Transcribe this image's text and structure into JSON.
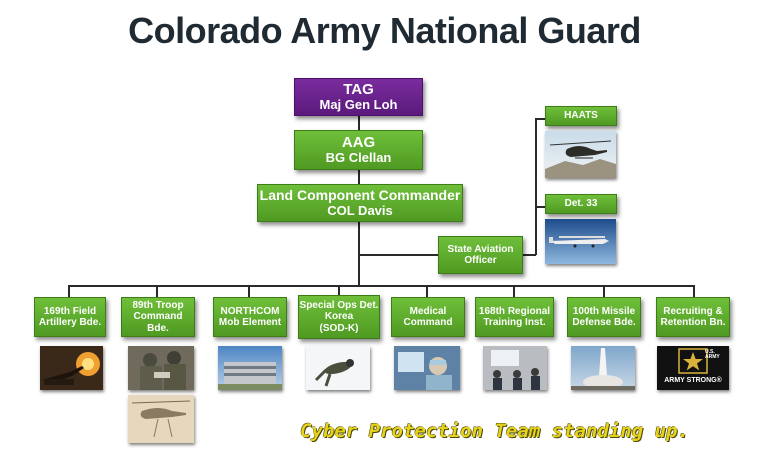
{
  "title": "Colorado Army National Guard",
  "colors": {
    "green": "#5aaa2c",
    "purple": "#6a2490",
    "text": "#1f2a33",
    "banner": "#e6d21a"
  },
  "tag": {
    "title": "TAG",
    "name": "Maj Gen Loh"
  },
  "aag": {
    "title": "AAG",
    "name": "BG Clellan"
  },
  "lcc": {
    "title": "Land Component Commander",
    "name": "COL Davis"
  },
  "aviation": {
    "line1": "State Aviation",
    "line2": "Officer"
  },
  "haats": {
    "label": "HAATS"
  },
  "det33": {
    "label": "Det. 33"
  },
  "units": [
    {
      "line1": "169th Field",
      "line2": "Artillery Bde.",
      "line3": ""
    },
    {
      "line1": "89th Troop",
      "line2": "Command Bde.",
      "line3": ""
    },
    {
      "line1": "NORTHCOM",
      "line2": "Mob Element",
      "line3": ""
    },
    {
      "line1": "Special Ops Det.",
      "line2": "Korea",
      "line3": "(SOD-K)"
    },
    {
      "line1": "Medical",
      "line2": "Command",
      "line3": ""
    },
    {
      "line1": "168th Regional",
      "line2": "Training Inst.",
      "line3": ""
    },
    {
      "line1": "100th Missile",
      "line2": "Defense Bde.",
      "line3": ""
    },
    {
      "line1": "Recruiting &",
      "line2": "Retention Bn.",
      "line3": ""
    }
  ],
  "army_logo": {
    "top": "U.S. ARMY",
    "bottom": "ARMY STRONG®"
  },
  "banner": "Cyber Protection Team standing up."
}
